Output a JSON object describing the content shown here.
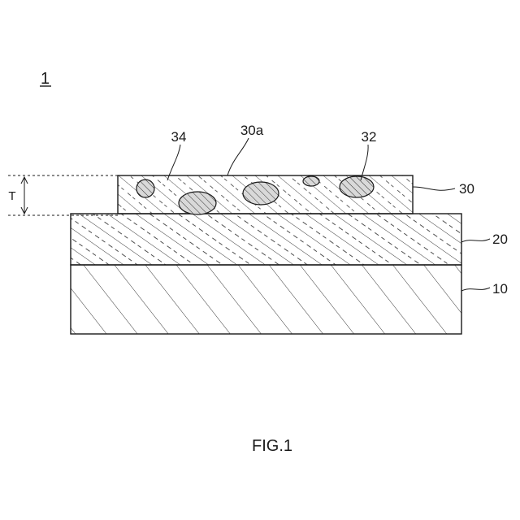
{
  "figure": {
    "ref_number": "1",
    "caption": "FIG.1",
    "thickness_symbol": "T",
    "labels": {
      "layer_30": "30",
      "layer_20": "20",
      "layer_10": "10",
      "surface_30a": "30a",
      "particles_32": "32",
      "matrix_34": "34"
    }
  },
  "colors": {
    "line": "#1a1a1a",
    "hatch": "#3a3a3a",
    "particle_fill": "#d9d9d9"
  }
}
